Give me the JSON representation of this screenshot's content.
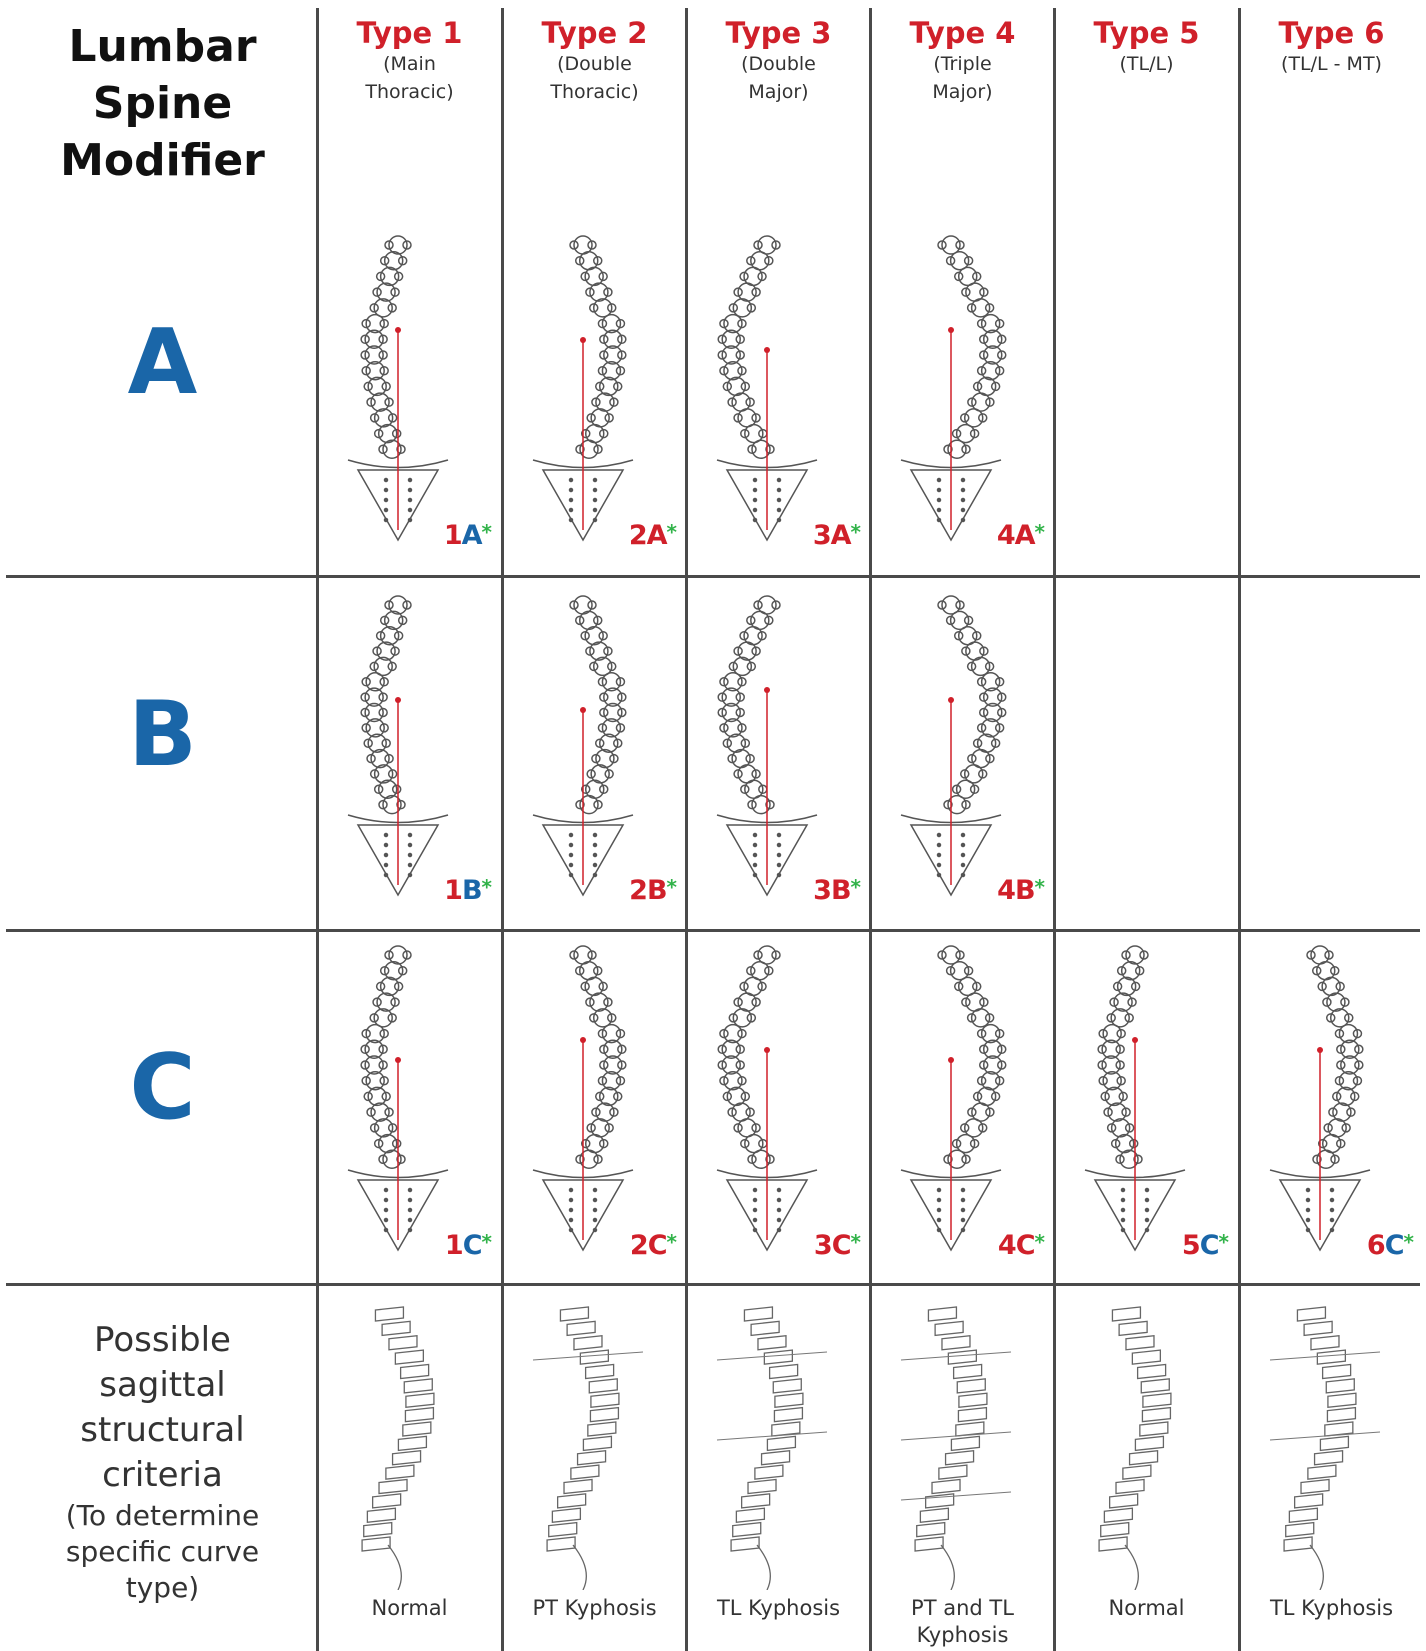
{
  "header": {
    "title_lines": [
      "Lumbar",
      "Spine",
      "Modifier"
    ],
    "types": [
      {
        "label": "Type 1",
        "sub": "(Main\nThoracic)"
      },
      {
        "label": "Type 2",
        "sub": "(Double\nThoracic)"
      },
      {
        "label": "Type 3",
        "sub": "(Double\nMajor)"
      },
      {
        "label": "Type 4",
        "sub": "(Triple\nMajor)"
      },
      {
        "label": "Type 5",
        "sub": "(TL/L)"
      },
      {
        "label": "Type 6",
        "sub": "(TL/L - MT)"
      }
    ]
  },
  "rows": {
    "a": {
      "letter": "A",
      "codes": [
        {
          "num": "1",
          "let": "A",
          "star": "*"
        },
        {
          "num": "2",
          "let": "A",
          "star": "*"
        },
        {
          "num": "3",
          "let": "A",
          "star": "*"
        },
        {
          "num": "4",
          "let": "A",
          "star": "*"
        }
      ]
    },
    "b": {
      "letter": "B",
      "codes": [
        {
          "num": "1",
          "let": "B",
          "star": "*"
        },
        {
          "num": "2",
          "let": "B",
          "star": "*"
        },
        {
          "num": "3",
          "let": "B",
          "star": "*"
        },
        {
          "num": "4",
          "let": "B",
          "star": "*"
        }
      ]
    },
    "c": {
      "letter": "C",
      "codes": [
        {
          "num": "1",
          "let": "C",
          "star": "*"
        },
        {
          "num": "2",
          "let": "C",
          "star": "*"
        },
        {
          "num": "3",
          "let": "C",
          "star": "*"
        },
        {
          "num": "4",
          "let": "C",
          "star": "*"
        },
        {
          "num": "5",
          "let": "C",
          "star": "*"
        },
        {
          "num": "6",
          "let": "C",
          "star": "*"
        }
      ]
    }
  },
  "sagittal": {
    "label_lines": [
      "Possible",
      "sagittal",
      "structural",
      "criteria"
    ],
    "note_lines": [
      "(To determine",
      "specific curve",
      "type)"
    ],
    "captions": [
      "Normal",
      "PT Kyphosis",
      "TL Kyphosis",
      "PT and TL Kyphosis",
      "Normal",
      "TL Kyphosis"
    ]
  },
  "colors": {
    "type_red": "#d0202a",
    "modifier_blue": "#1a66a8",
    "star_green": "#32b34a",
    "grid": "#4a4a4a"
  }
}
